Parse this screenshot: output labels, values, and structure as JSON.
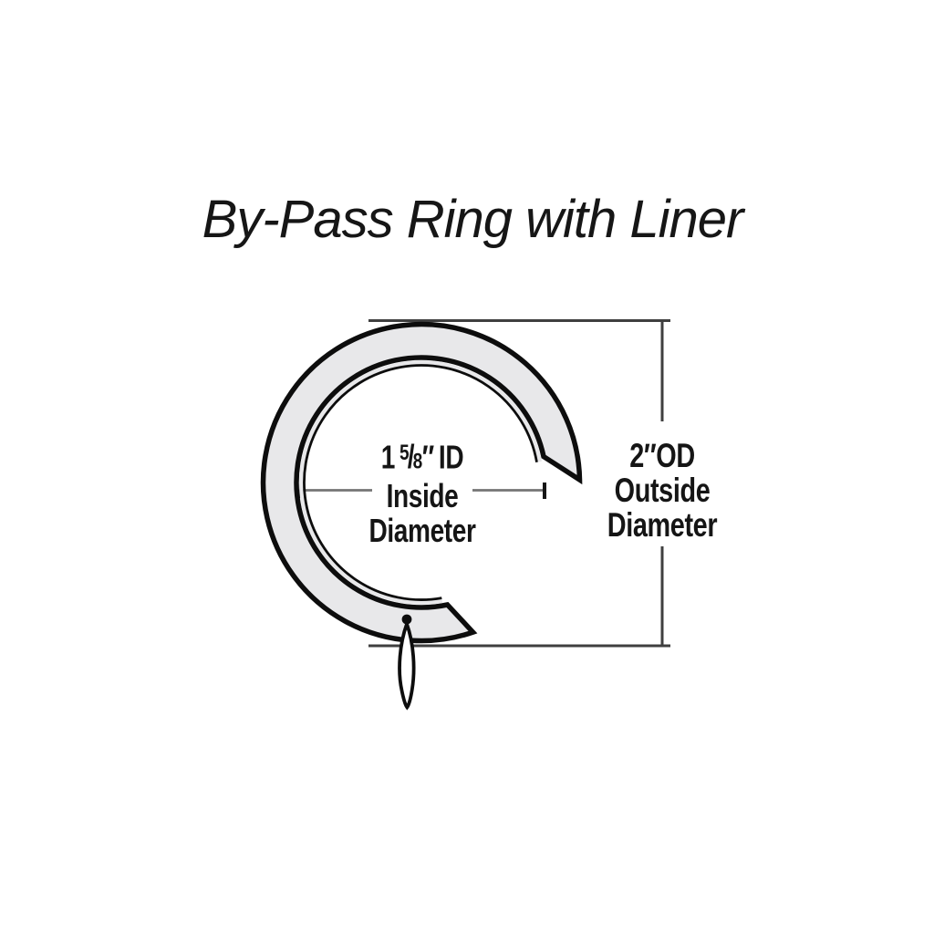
{
  "title": "By-Pass Ring with Liner",
  "inside_dimension": {
    "whole": "1",
    "fraction_numerator": "5",
    "fraction_separator": "/",
    "fraction_denominator": "8",
    "unit_mark": "″",
    "abbreviation": "ID",
    "label_line1": "Inside",
    "label_line2": "Diameter"
  },
  "outside_dimension": {
    "value": "2",
    "unit_mark": "″",
    "abbreviation": "OD",
    "label_line1": "Outside",
    "label_line2": "Diameter"
  },
  "colors": {
    "ring_fill": "#e8e8ea",
    "ring_stroke": "#0d0d0d",
    "od_line": "#3f3f3f",
    "id_line": "#757575",
    "tick": "#161616",
    "text": "#151515"
  }
}
